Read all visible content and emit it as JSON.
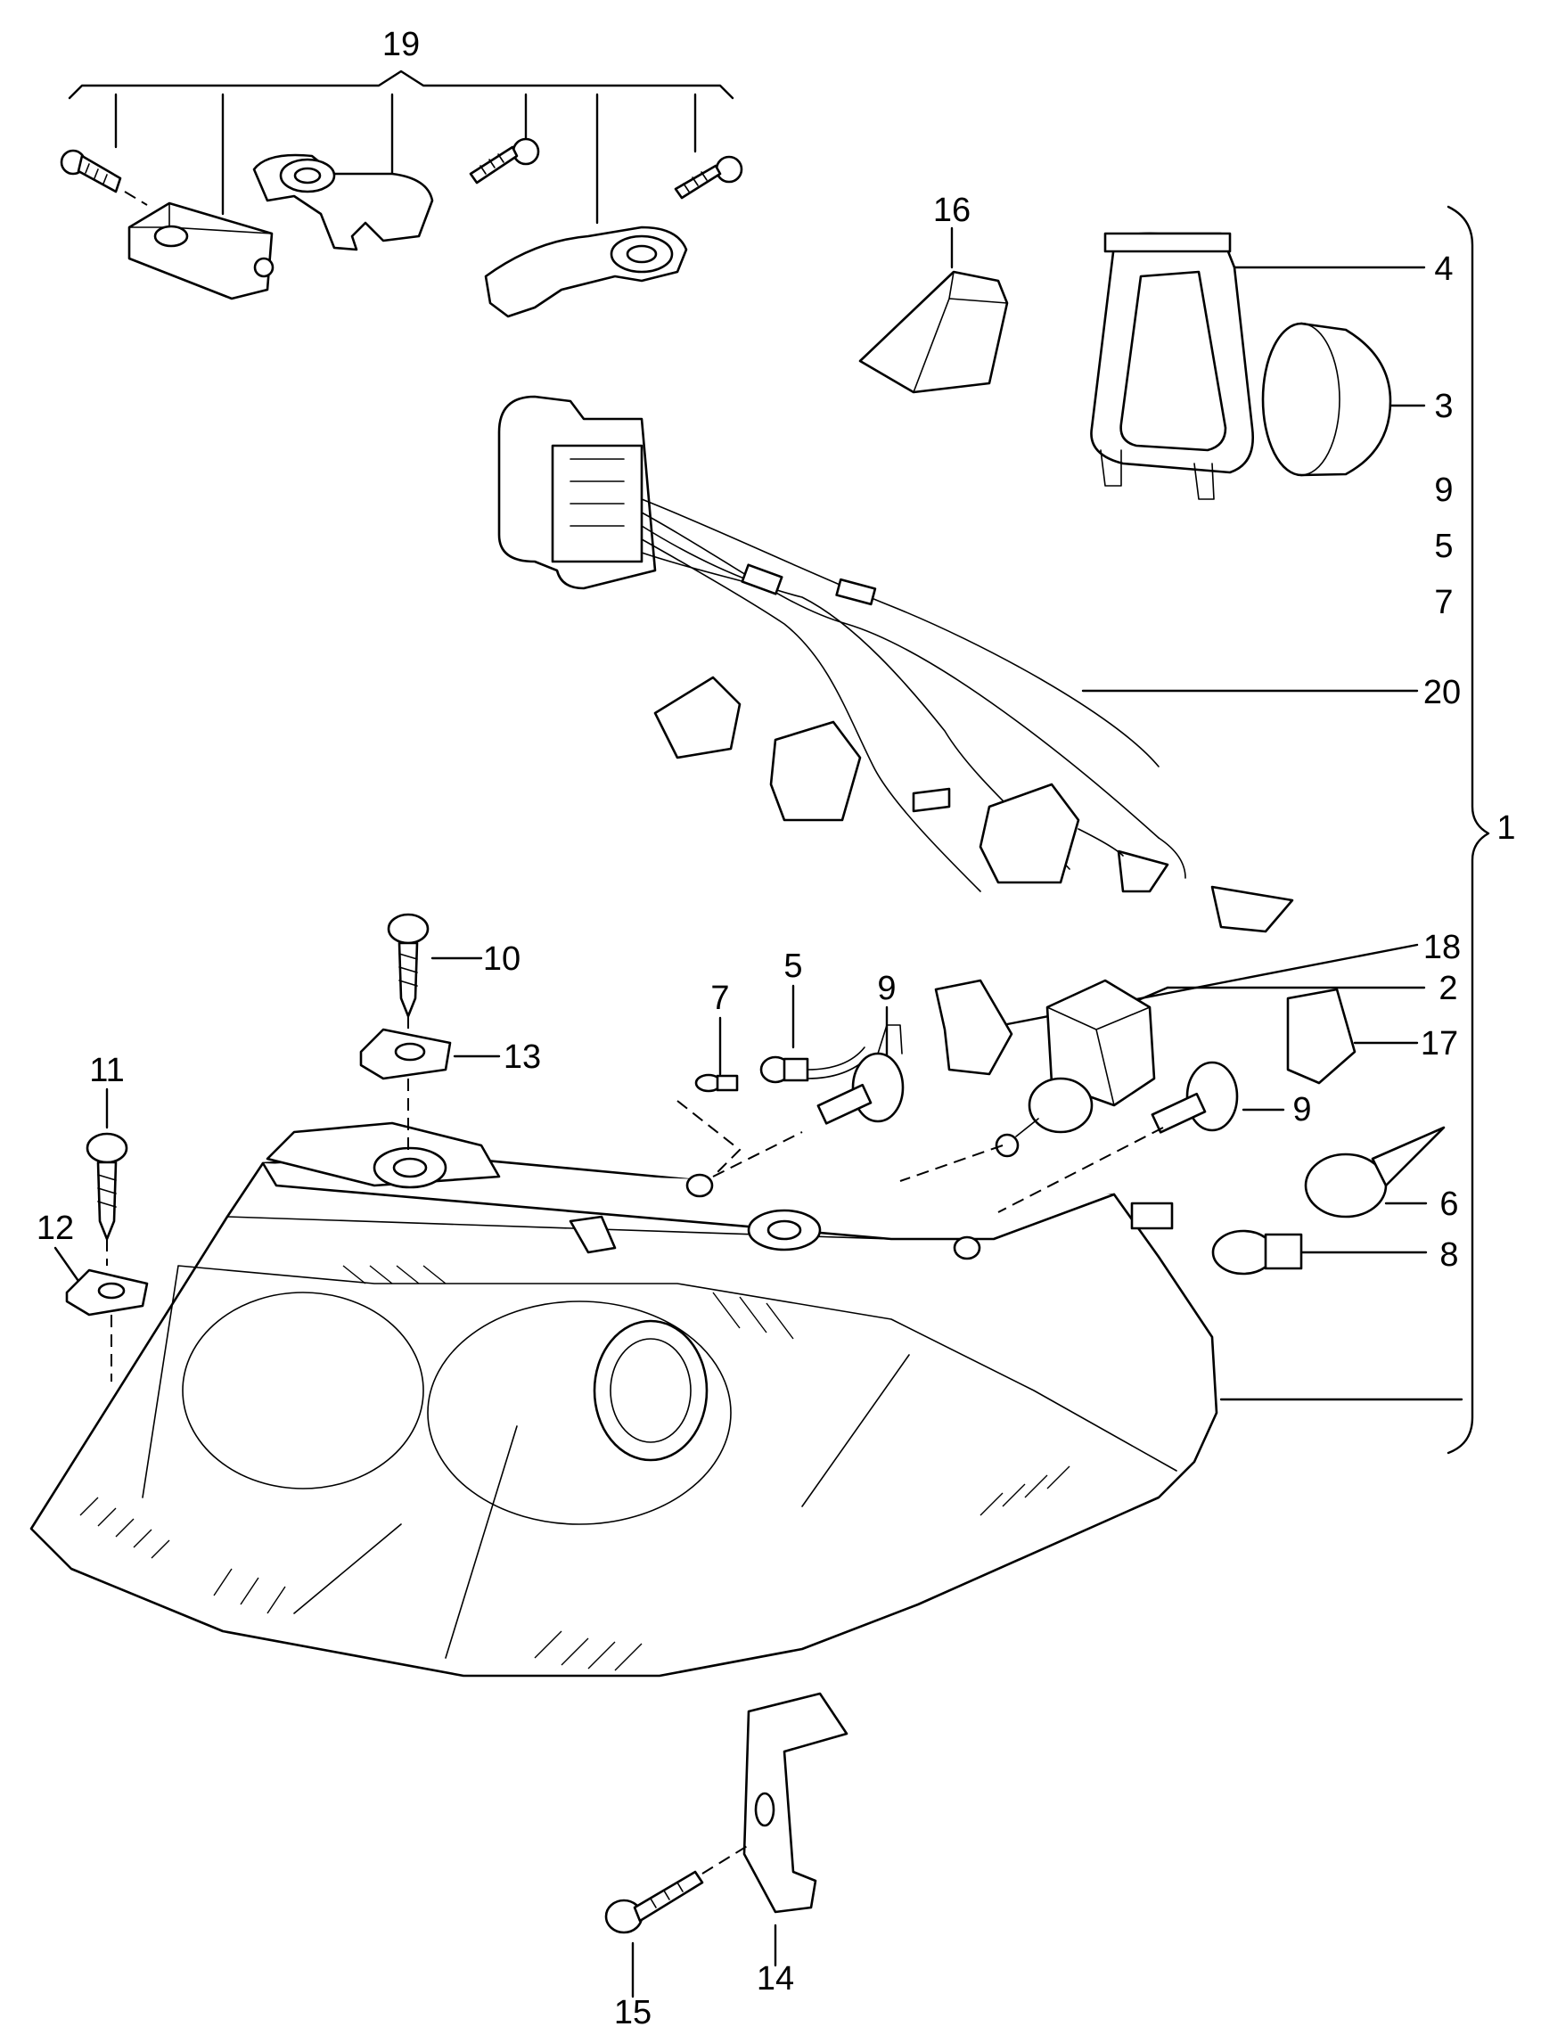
{
  "diagram": {
    "callouts": {
      "c19": "19",
      "c16": "16",
      "c4": "4",
      "c3": "3",
      "c9a": "9",
      "c5a": "5",
      "c7a": "7",
      "c20": "20",
      "c1": "1",
      "c18": "18",
      "c2": "2",
      "c17": "17",
      "c9b": "9",
      "c9c": "9",
      "c6": "6",
      "c8": "8",
      "c10": "10",
      "c13": "13",
      "c11": "11",
      "c12": "12",
      "c5b": "5",
      "c7b": "7",
      "c14": "14",
      "c15": "15"
    }
  }
}
